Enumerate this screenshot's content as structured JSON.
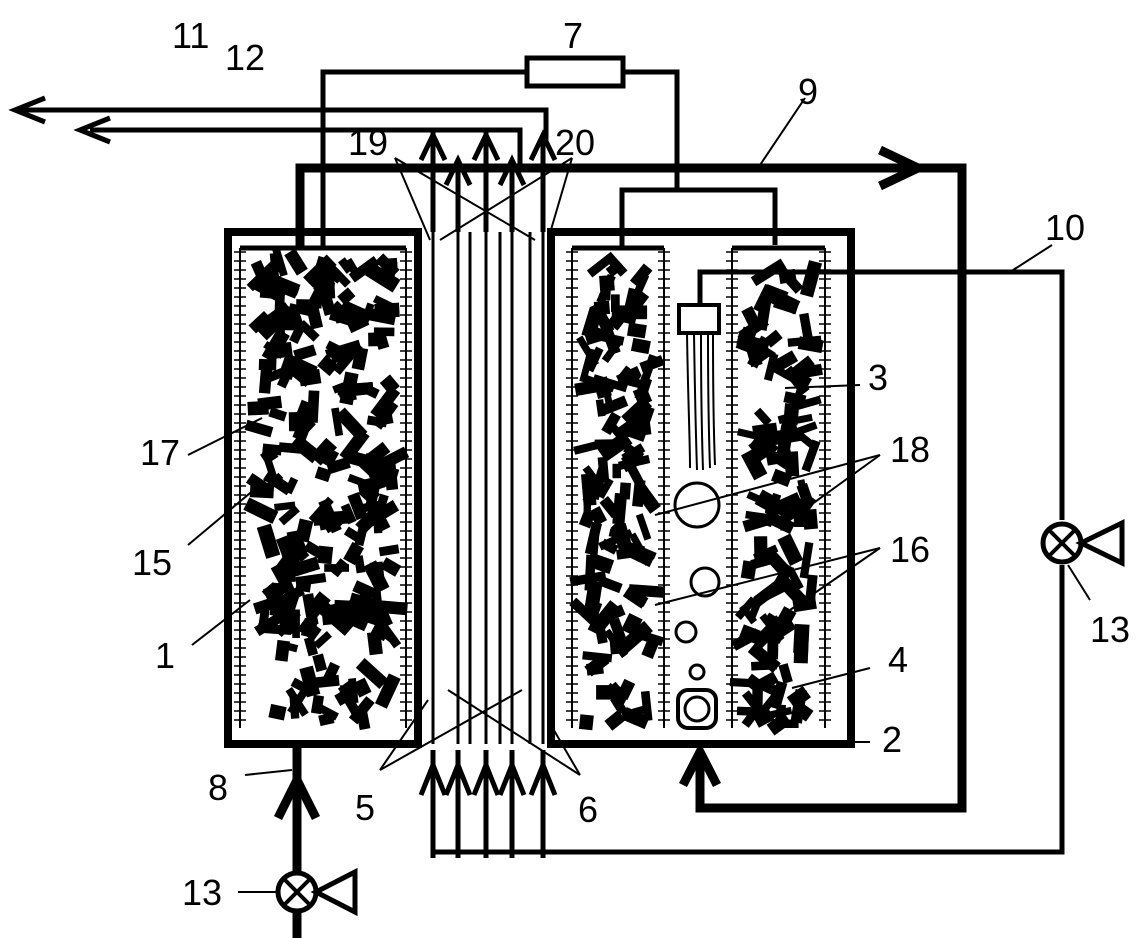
{
  "diagram": {
    "labels": {
      "l1": "1",
      "l2": "2",
      "l3": "3",
      "l4": "4",
      "l5": "5",
      "l6": "6",
      "l7": "7",
      "l8": "8",
      "l9": "9",
      "l10": "10",
      "l11": "11",
      "l12": "12",
      "l13a": "13",
      "l13b": "13",
      "l15": "15",
      "l16": "16",
      "l17": "17",
      "l18": "18",
      "l19": "19",
      "l20": "20"
    },
    "components": {
      "left_chamber": "anode chamber",
      "right_chamber": "cathode chamber",
      "membrane_tubes": "tubes",
      "resistor": "load",
      "pump_bottom": "pump",
      "pump_right": "pump"
    },
    "colors": {
      "stroke": "#000000",
      "background": "#ffffff"
    }
  }
}
